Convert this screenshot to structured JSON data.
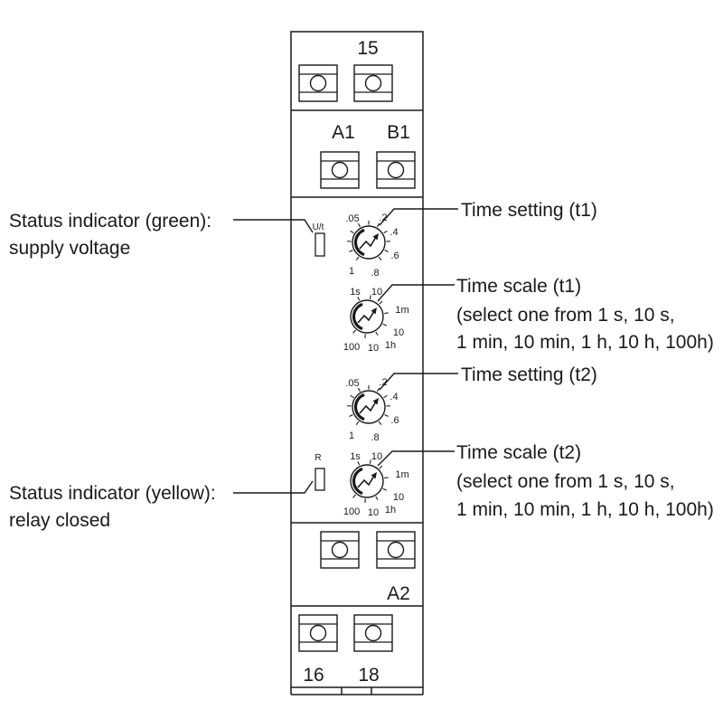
{
  "device": {
    "top_terminal_label": "15",
    "upper_terminal_labels": [
      "A1",
      "B1"
    ],
    "lower_terminal_label": "A2",
    "bottom_terminal_labels": [
      "16",
      "18"
    ],
    "supply_led_label": "U/t",
    "relay_led_label": "R"
  },
  "dials": [
    {
      "labels": [
        ".05",
        ".2",
        ".4",
        ".6",
        ".8",
        "1"
      ]
    },
    {
      "labels": [
        "1s",
        "10",
        "1m",
        "10",
        "1h",
        "10",
        "100"
      ]
    },
    {
      "labels": [
        ".05",
        ".2",
        ".4",
        ".6",
        ".8",
        "1"
      ]
    },
    {
      "labels": [
        "1s",
        "10",
        "1m",
        "10",
        "1h",
        "10",
        "100"
      ]
    }
  ],
  "callouts": {
    "status_green": {
      "line1": "Status indicator (green):",
      "line2": "supply voltage"
    },
    "time_setting_t1": "Time setting (t1)",
    "time_scale_t1": {
      "line1": "Time scale (t1)",
      "line2": "(select one from 1 s, 10 s,",
      "line3": "1 min, 10 min, 1 h, 10 h, 100h)"
    },
    "time_setting_t2": "Time setting (t2)",
    "time_scale_t2": {
      "line1": "Time scale (t2)",
      "line2": "(select one from 1 s, 10 s,",
      "line3": "1 min, 10 min, 1 h, 10 h, 100h)"
    },
    "status_yellow": {
      "line1": "Status indicator (yellow):",
      "line2": "relay closed"
    }
  },
  "colors": {
    "line": "#1a1a1a",
    "background": "#ffffff"
  }
}
